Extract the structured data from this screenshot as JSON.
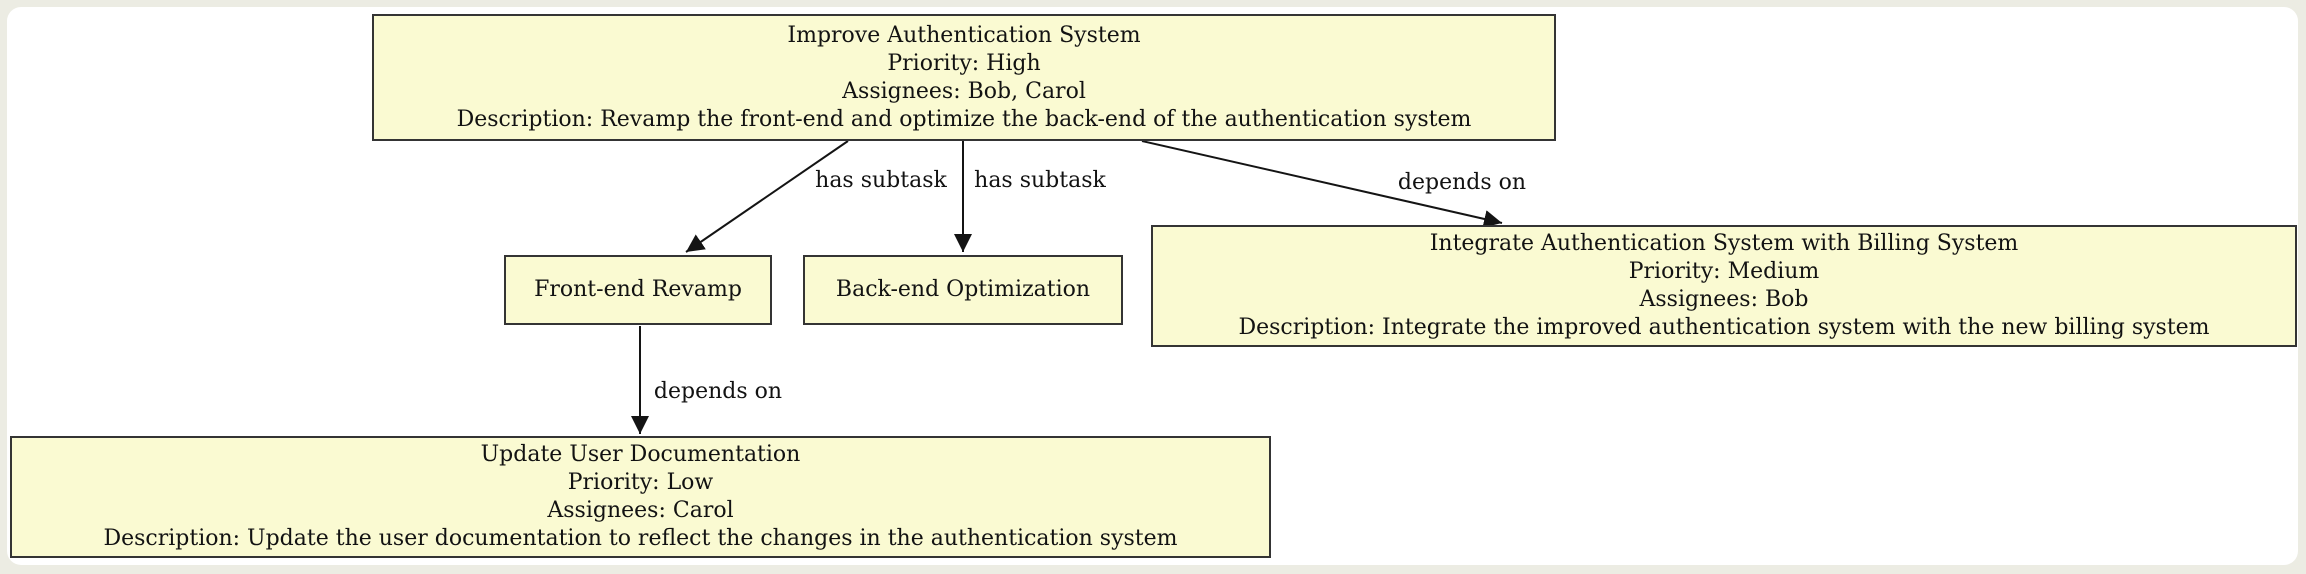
{
  "page": {
    "background_color": "#ecece3",
    "canvas_color": "#ffffff"
  },
  "diagram": {
    "type": "task-dependency-graph",
    "style": {
      "node_fill": "#fafad2",
      "node_border": "#343434",
      "edge_color": "#141414",
      "text_color": "#121212"
    },
    "nodes": {
      "improve_auth": {
        "title": "Improve Authentication System",
        "priority": "Priority: High",
        "assignees": "Assignees: Bob, Carol",
        "description": "Description: Revamp the front-end and optimize the back-end of the authentication system"
      },
      "frontend": {
        "title": "Front-end Revamp"
      },
      "backend": {
        "title": "Back-end Optimization"
      },
      "integrate": {
        "title": "Integrate Authentication System with Billing System",
        "priority": "Priority: Medium",
        "assignees": "Assignees: Bob",
        "description": "Description: Integrate the improved authentication system with the new billing system"
      },
      "docs": {
        "title": "Update User Documentation",
        "priority": "Priority: Low",
        "assignees": "Assignees: Carol",
        "description": "Description: Update the user documentation to reflect the changes in the authentication system"
      }
    },
    "edges": [
      {
        "from": "Improve Authentication System",
        "to": "Front-end Revamp",
        "label": "has subtask"
      },
      {
        "from": "Improve Authentication System",
        "to": "Back-end Optimization",
        "label": "has subtask"
      },
      {
        "from": "Improve Authentication System",
        "to": "Integrate Authentication System with Billing System",
        "label": "depends on"
      },
      {
        "from": "Front-end Revamp",
        "to": "Update User Documentation",
        "label": "depends on"
      }
    ]
  }
}
